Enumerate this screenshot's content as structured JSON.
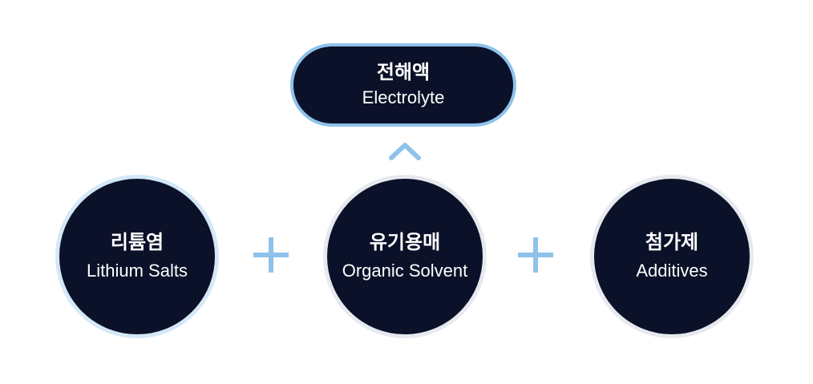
{
  "electrolyte": {
    "ko": "전해액",
    "en": "Electrolyte"
  },
  "components": [
    {
      "ko": "리튬염",
      "en": "Lithium Salts"
    },
    {
      "ko": "유기용매",
      "en": "Organic Solvent"
    },
    {
      "ko": "첨가제",
      "en": "Additives"
    }
  ],
  "colors": {
    "node": "#0b1128",
    "accent": "#8ec2ea"
  }
}
